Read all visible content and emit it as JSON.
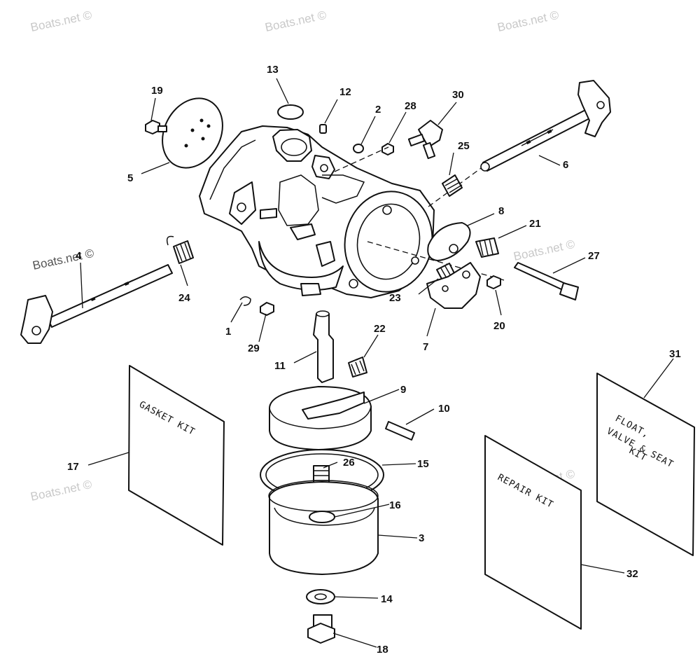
{
  "watermarks": {
    "top_left": "Boats.net ©",
    "top_center": "Boats.net ©",
    "top_right": "Boats.net ©",
    "mid_left": "Boats.net ©",
    "center": "Boats.net ©",
    "lower_left": "Boats.net ©",
    "lower_right": "Boats.net ©"
  },
  "kits": {
    "gasket": "GASKET KIT",
    "repair": "REPAIR KIT",
    "float_line1": "FLOAT,",
    "float_line2": "VALVE & SEAT",
    "float_line3": "KIT"
  },
  "callouts": {
    "c1": "1",
    "c2": "2",
    "c3": "3",
    "c4": "4",
    "c5": "5",
    "c6": "6",
    "c7": "7",
    "c8": "8",
    "c9": "9",
    "c10": "10",
    "c11": "11",
    "c12": "12",
    "c13": "13",
    "c14": "14",
    "c15": "15",
    "c16": "16",
    "c17": "17",
    "c18": "18",
    "c19": "19",
    "c20": "20",
    "c21": "21",
    "c22": "22",
    "c23": "23",
    "c24": "24",
    "c25": "25",
    "c26": "26",
    "c27": "27",
    "c28": "28",
    "c29": "29",
    "c30": "30",
    "c31": "31",
    "c32": "32"
  }
}
